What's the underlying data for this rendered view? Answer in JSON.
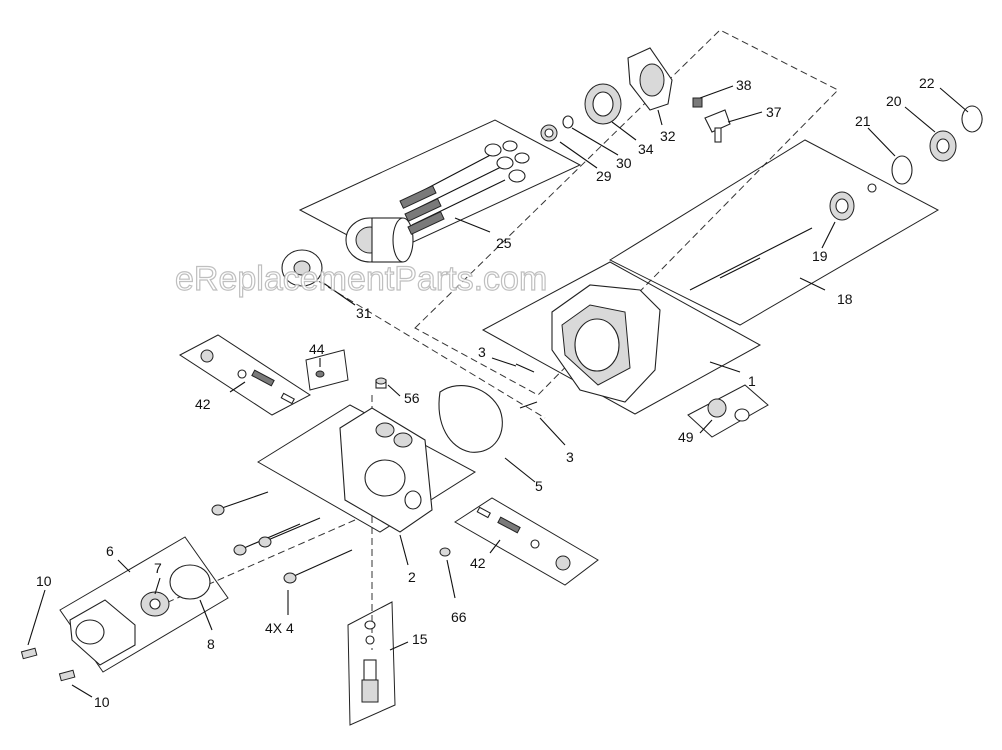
{
  "watermark": "eReplacementParts.com",
  "callouts": {
    "c1": "1",
    "c2": "2",
    "c3a": "3",
    "c3b": "3",
    "c4x4": "4X 4",
    "c5": "5",
    "c6": "6",
    "c7": "7",
    "c8": "8",
    "c10a": "10",
    "c10b": "10",
    "c15": "15",
    "c18": "18",
    "c19": "19",
    "c20": "20",
    "c21": "21",
    "c22": "22",
    "c25": "25",
    "c29": "29",
    "c30": "30",
    "c31": "31",
    "c32": "32",
    "c34": "34",
    "c37": "37",
    "c38": "38",
    "c42a": "42",
    "c42b": "42",
    "c44": "44",
    "c49": "49",
    "c56": "56",
    "c66": "66"
  }
}
